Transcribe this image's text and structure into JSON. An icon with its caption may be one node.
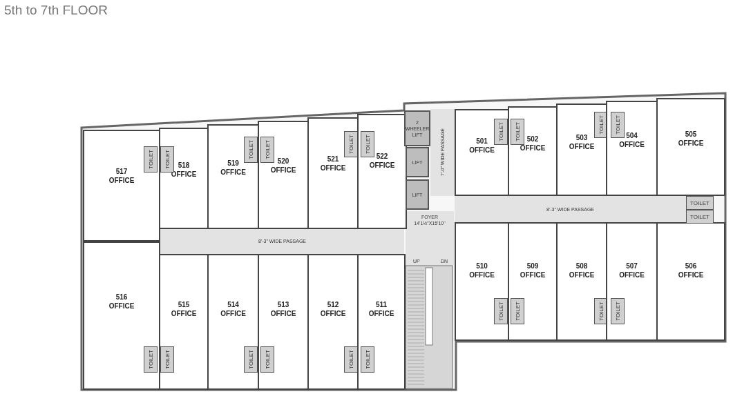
{
  "diagram": {
    "title": "5th to 7th FLOOR",
    "nodes": [
      {
        "text": [
          "517 OFFICE"
        ]
      },
      {
        "text": [
          "518 OFFICE"
        ]
      },
      {
        "text": [
          "519 OFFICE"
        ]
      },
      {
        "text": [
          "520 OFFICE"
        ]
      },
      {
        "text": [
          "521 OFFICE"
        ]
      },
      {
        "text": [
          "522 OFFICE"
        ]
      },
      {
        "text": [
          "2 WHEELER LIFT"
        ]
      },
      {
        "text": [
          "LIFT"
        ]
      },
      {
        "text": [
          "LIFT"
        ]
      },
      {
        "text": [
          "7'-0\" WIDE PASSAGE"
        ]
      },
      {
        "text": [
          "501 OFFICE"
        ]
      },
      {
        "text": [
          "502 OFFICE"
        ]
      },
      {
        "text": [
          "503 OFFICE"
        ]
      },
      {
        "text": [
          "504 OFFICE"
        ]
      },
      {
        "text": [
          "505 OFFICE"
        ]
      },
      {
        "text": [
          "8'-3\" WIDE PASSAGE"
        ]
      },
      {
        "text": [
          "FOYER",
          "14'1½\"X15'10\""
        ]
      },
      {
        "text": [
          "8'-3\" WIDE PASSAGE"
        ]
      },
      {
        "text": [
          "TOILET"
        ]
      },
      {
        "text": [
          "TOILET"
        ]
      },
      {
        "text": [
          "510 OFFICE"
        ]
      },
      {
        "text": [
          "509 OFFICE"
        ]
      },
      {
        "text": [
          "508 OFFICE"
        ]
      },
      {
        "text": [
          "507 OFFICE"
        ]
      },
      {
        "text": [
          "506 OFFICE"
        ]
      },
      {
        "text": [
          "516 OFFICE"
        ]
      },
      {
        "text": [
          "515 OFFICE"
        ]
      },
      {
        "text": [
          "514 OFFICE"
        ]
      },
      {
        "text": [
          "513 OFFICE"
        ]
      },
      {
        "text": [
          "512 OFFICE"
        ]
      },
      {
        "text": [
          "511 OFFICE"
        ]
      },
      {
        "text": [
          "TOILET"
        ],
        "in": 0
      },
      {
        "text": [
          "TOILET"
        ],
        "in": 1
      },
      {
        "text": [
          "TOILET"
        ],
        "in": 2
      },
      {
        "text": [
          "TOILET"
        ],
        "in": 3
      },
      {
        "text": [
          "TOILET"
        ],
        "in": 4
      },
      {
        "text": [
          "TOILET"
        ],
        "in": 5
      },
      {
        "text": [
          "TOILET"
        ],
        "in": 10
      },
      {
        "text": [
          "TOILET"
        ],
        "in": 11
      },
      {
        "text": [
          "TOILET"
        ],
        "in": 12
      },
      {
        "text": [
          "TOILET"
        ],
        "in": 13
      },
      {
        "text": [
          "TOILET"
        ],
        "in": 25
      },
      {
        "text": [
          "TOILET"
        ],
        "in": 26
      },
      {
        "text": [
          "TOILET"
        ],
        "in": 27
      },
      {
        "text": [
          "TOILET"
        ],
        "in": 28
      },
      {
        "text": [
          "TOILET"
        ],
        "in": 29
      },
      {
        "text": [
          "TOILET"
        ],
        "in": 30
      },
      {
        "text": [
          "TOILET"
        ],
        "in": 20
      },
      {
        "text": [
          "TOILET"
        ],
        "in": 21
      },
      {
        "text": [
          "TOILET"
        ],
        "in": 22
      },
      {
        "text": [
          "TOILET"
        ],
        "in": 23
      }
    ],
    "labels": [
      "UP",
      "DN"
    ]
  }
}
